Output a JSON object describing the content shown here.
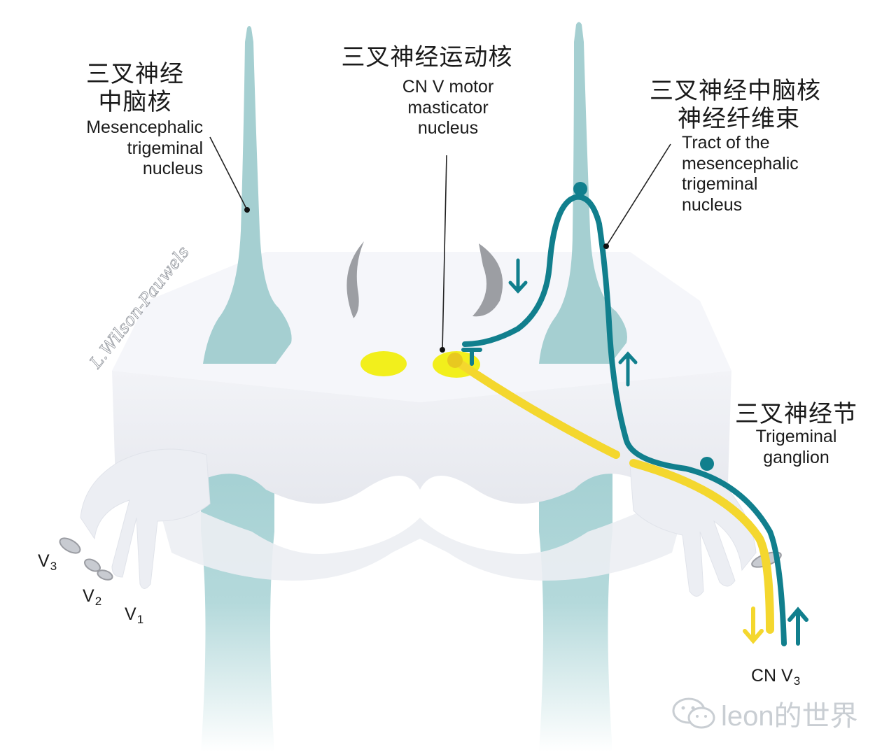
{
  "labels": {
    "mesencephalic_nucleus": {
      "zh_line1": "三叉神经",
      "zh_line2": "中脑核",
      "en_line1": "Mesencephalic",
      "en_line2": "trigeminal",
      "en_line3": "nucleus"
    },
    "motor_nucleus": {
      "zh": "三叉神经运动核",
      "en_line1": "CN V motor",
      "en_line2": "masticator",
      "en_line3": "nucleus"
    },
    "tract": {
      "zh_line1": "三叉神经中脑核",
      "zh_line2": "神经纤维束",
      "en_line1": "Tract of the",
      "en_line2": "mesencephalic",
      "en_line3": "trigeminal",
      "en_line4": "nucleus"
    },
    "ganglion": {
      "zh": "三叉神经节",
      "en_line1": "Trigeminal",
      "en_line2": "ganglion"
    },
    "cn_v3": {
      "prefix": "CN V",
      "sub": "3"
    }
  },
  "roots": [
    {
      "letter": "V",
      "sub": "3"
    },
    {
      "letter": "V",
      "sub": "2"
    },
    {
      "letter": "V",
      "sub": "1"
    }
  ],
  "signature": "L.Wilson-Pauwels",
  "watermark": {
    "icon": "wechat-icon",
    "text": "leon的世界"
  },
  "colors": {
    "teal": "#117f8d",
    "yellow": "#f4d72e",
    "nucleus_yellow": "#f2ef1c",
    "pale_teal": "#a9d2d3",
    "brainstem": "#eef0f5"
  }
}
